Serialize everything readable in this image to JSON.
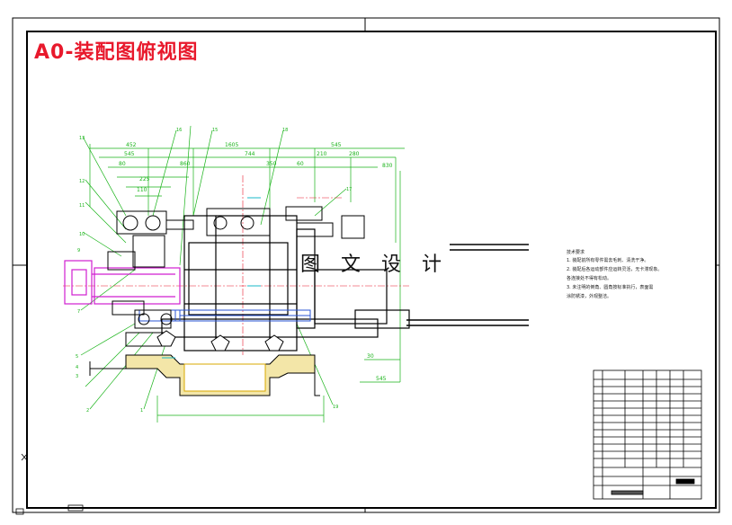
{
  "title": "A0-装配图俯视图",
  "watermark": "图 文 设 计",
  "colors": {
    "title": "#e8192c",
    "outline": "#000000",
    "dimension": "#19b319",
    "hatch": "#d9a800",
    "center_line": "#e8192c",
    "pink_part": "#d01fd0",
    "blue_part": "#2a54d6",
    "cyan": "#1ab8c8"
  },
  "dimensions": {
    "top_row_1": [
      "452",
      "1605",
      "545"
    ],
    "top_row_2": [
      "545",
      "744",
      "210",
      "280"
    ],
    "top_row_3": [
      "80",
      "860",
      "350",
      "60"
    ],
    "top_row_4": [
      "225",
      "110"
    ],
    "right": [
      "830",
      "30",
      "545"
    ]
  },
  "notes": {
    "title": "技术要求",
    "items": [
      "1. 装配前所有零件需去毛刺、清洗干净。",
      "2. 装配后各运动部件应运转灵活，无卡滞现象。",
      "   各连接处不得有松动。",
      "3. 未注明的倒角、圆角按标准执行，表面需",
      "   涂防锈漆，外观整洁。"
    ]
  }
}
